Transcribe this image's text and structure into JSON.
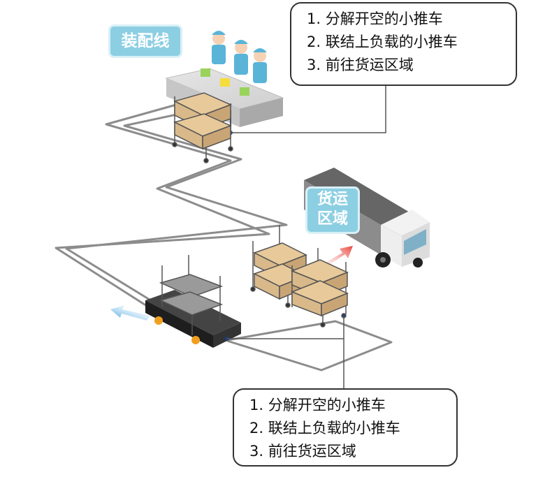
{
  "zones": {
    "assembly_line": "装配线",
    "freight_area_line1": "货运",
    "freight_area_line2": "区域"
  },
  "callouts": {
    "top": [
      "1. 分解开空的小推车",
      "2. 联结上负载的小推车",
      "3. 前往货运区域"
    ],
    "bottom": [
      "1. 分解开空的小推车",
      "2. 联结上负载的小推车",
      "3. 前往货运区域"
    ]
  },
  "colors": {
    "path_outline": "#8c8c8c",
    "label_fill": "#8ccfe3",
    "arrow_blue": "#3399dd",
    "arrow_red": "#e8453c",
    "box_cardboard": "#d9b98a",
    "worker_uniform": "#5ab4d8",
    "agv_body": "#2a2a2a",
    "agv_light": "#f0a020"
  },
  "icons": [
    "worker-icon",
    "cardboard-box-icon",
    "cart-icon",
    "agv-icon",
    "truck-icon",
    "direction-arrow-icon"
  ]
}
